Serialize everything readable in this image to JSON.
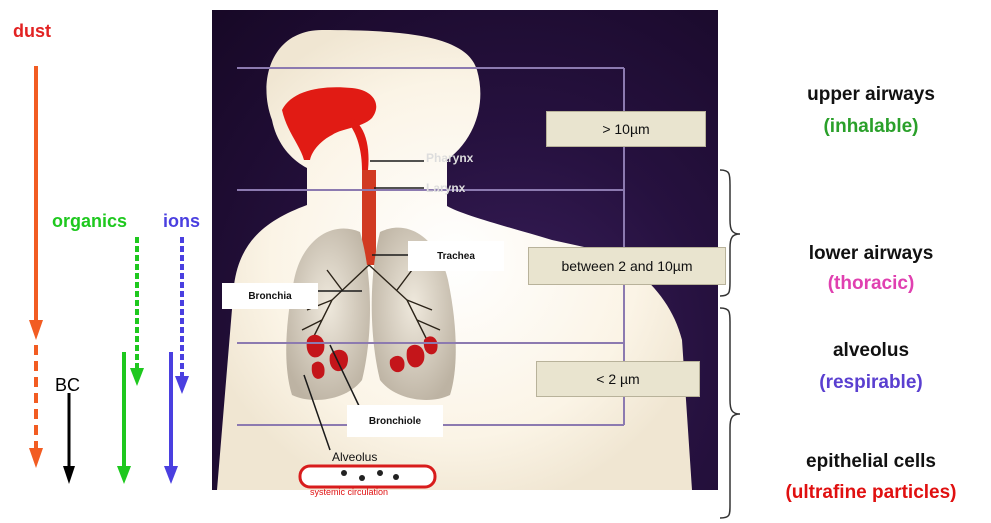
{
  "pollutants": {
    "dust": "dust",
    "organics": "organics",
    "ions": "ions",
    "bc": "BC"
  },
  "panel": {
    "size_upper": "> 10µm",
    "size_lower": "between 2 and 10µm",
    "size_alveolar": "< 2 µm",
    "pharynx": "Pharynx",
    "larynx": "Larynx",
    "trachea": "Trachea",
    "bronchia": "Bronchia",
    "bronchiole": "Bronchiole",
    "alveolus": "Alveolus",
    "systemic": "systemic circulation"
  },
  "regions": [
    {
      "name": "upper airways",
      "type": "(inhalable)"
    },
    {
      "name": "lower airways",
      "type": "(thoracic)"
    },
    {
      "name": "alveolus",
      "type": "(respirable)"
    },
    {
      "name": "epithelial cells",
      "type": "(ultrafine particles)"
    }
  ],
  "colors": {
    "dust": "#f25c22",
    "organics": "#1ec81e",
    "ions": "#4a3fe0",
    "bc": "#000000",
    "inhalable": "#2aa02a",
    "thoracic": "#e040b0",
    "respirable": "#5a3fd0",
    "ultrafine": "#e01010"
  }
}
